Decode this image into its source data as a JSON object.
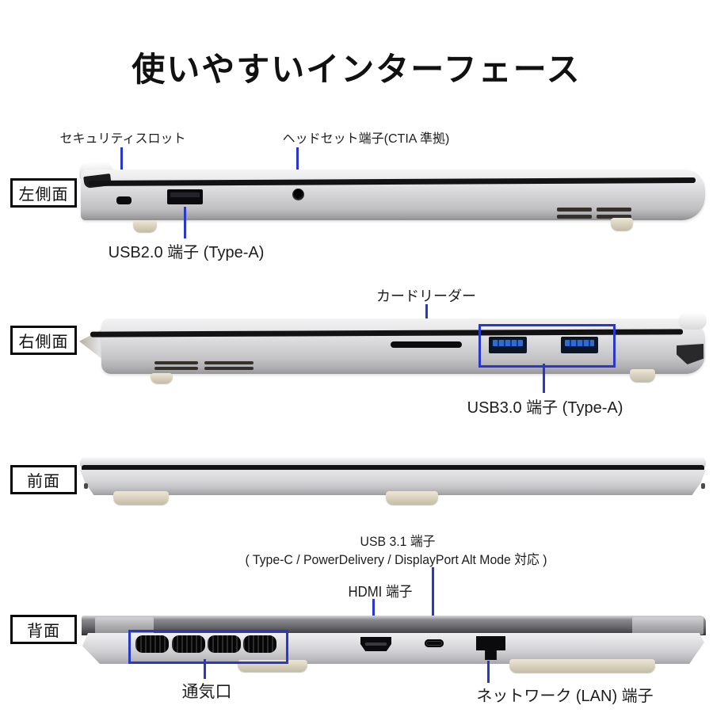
{
  "title": "使いやすいインターフェース",
  "colors": {
    "callout_blue": "#2838cc",
    "usb_port_blue": "#2f6bd8",
    "label_box_border": "#0a0a0a"
  },
  "sections": {
    "left_side": {
      "label": "左側面",
      "callouts": {
        "security_slot": "セキュリティスロット",
        "headset": "ヘッドセット端子(CTIA 準拠)",
        "usb2": "USB2.0 端子 (Type-A)"
      }
    },
    "right_side": {
      "label": "右側面",
      "callouts": {
        "card_reader": "カードリーダー",
        "usb3": "USB3.0 端子 (Type-A)"
      }
    },
    "front": {
      "label": "前面"
    },
    "back": {
      "label": "背面",
      "callouts": {
        "usb31_title": "USB 3.1 端子",
        "usb31_detail": "( Type-C / PowerDelivery / DisplayPort Alt Mode 対応 )",
        "hdmi": "HDMI 端子",
        "vents": "通気口",
        "lan": "ネットワーク (LAN) 端子"
      }
    }
  }
}
